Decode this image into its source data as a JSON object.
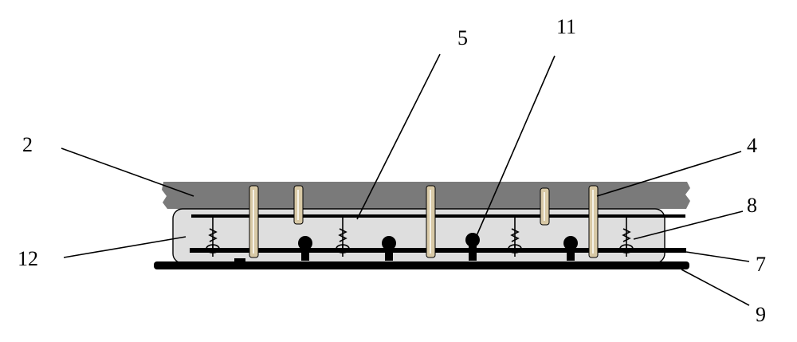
{
  "figure": {
    "background_color": "#ffffff",
    "layer_top_color": "#7a7a7a",
    "layer_mid_color": "#dedede",
    "rod_color": "#d8c9a6",
    "line_color": "#000000"
  },
  "callouts": [
    {
      "id": "label-2",
      "text": "2"
    },
    {
      "id": "label-5",
      "text": "5"
    },
    {
      "id": "label-11",
      "text": "11"
    },
    {
      "id": "label-4",
      "text": "4"
    },
    {
      "id": "label-8",
      "text": "8"
    },
    {
      "id": "label-12",
      "text": "12"
    },
    {
      "id": "label-7",
      "text": "7"
    },
    {
      "id": "label-9",
      "text": "9"
    }
  ]
}
